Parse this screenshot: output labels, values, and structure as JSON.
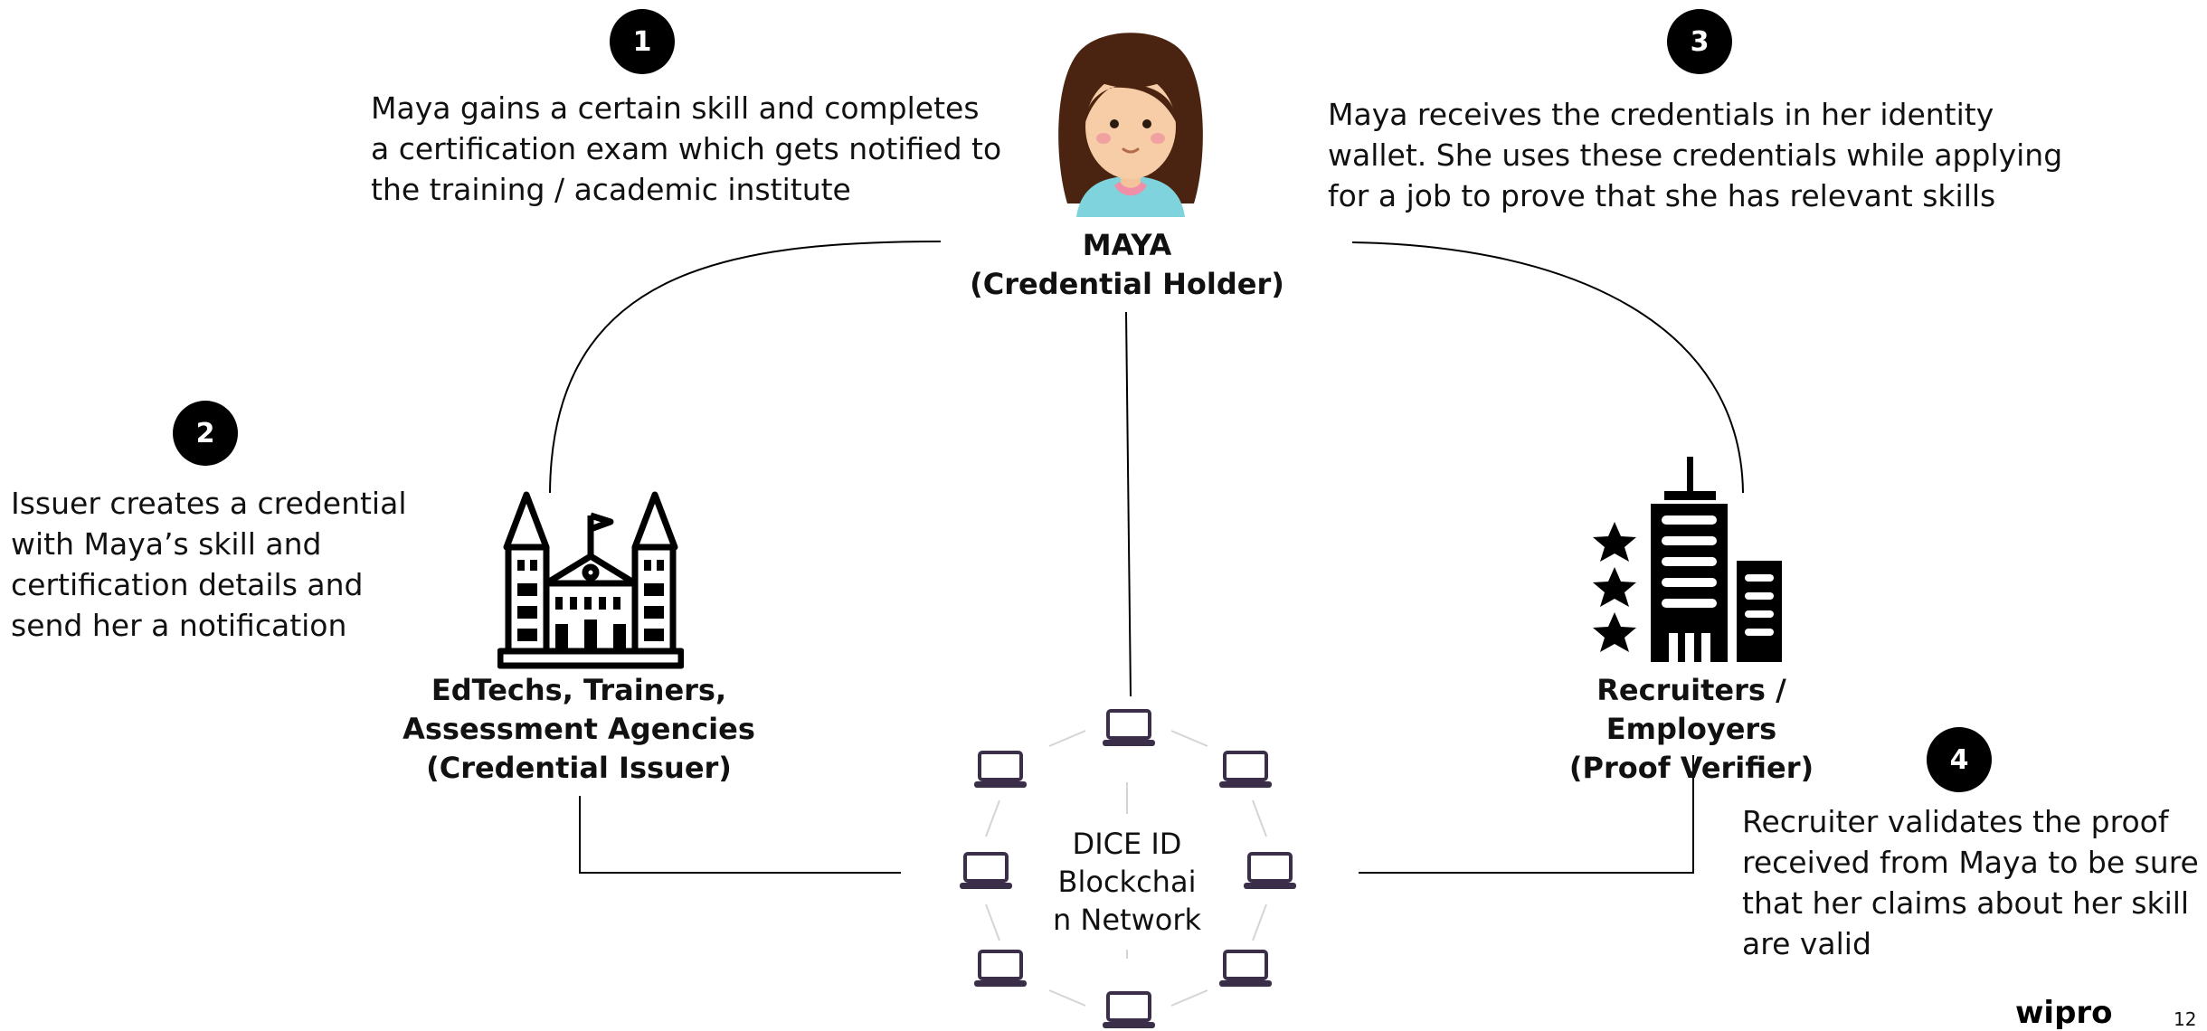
{
  "steps": [
    {
      "number": "1",
      "text_lines": [
        "Maya gains a certain skill and completes",
        "a certification exam which gets notified to",
        "the training / academic institute"
      ]
    },
    {
      "number": "2",
      "text_lines": [
        "Issuer creates a credential",
        "with Maya’s skill and",
        "certification details and",
        "send her a notification"
      ]
    },
    {
      "number": "3",
      "text_lines": [
        "Maya receives the credentials in her identity",
        "wallet. She uses these credentials while applying",
        "for a job to prove that she has relevant skills"
      ]
    },
    {
      "number": "4",
      "text_lines": [
        "Recruiter validates the proof",
        "received from Maya to be sure",
        "that her claims about her skill",
        "are valid"
      ]
    }
  ],
  "actors": {
    "holder": {
      "name": "MAYA",
      "role": "(Credential Holder)"
    },
    "issuer": {
      "lines": [
        "EdTechs, Trainers,",
        "Assessment Agencies",
        "(Credential Issuer)"
      ]
    },
    "verifier": {
      "lines": [
        "Recruiters / Employers",
        "(Proof Verifier)"
      ]
    }
  },
  "network": {
    "lines": [
      "DICE ID",
      "Blockchai",
      "n Network"
    ]
  },
  "icons": {
    "holder": "woman-avatar-icon",
    "issuer": "university-building-icon",
    "verifier": "office-building-stars-icon",
    "node": "laptop-icon"
  },
  "colors": {
    "badge": "#000000",
    "laptop": "#3a2e48",
    "connector": "#000000",
    "network_link": "#cccccc"
  },
  "footer": {
    "brand": "wipro",
    "page": "12"
  }
}
